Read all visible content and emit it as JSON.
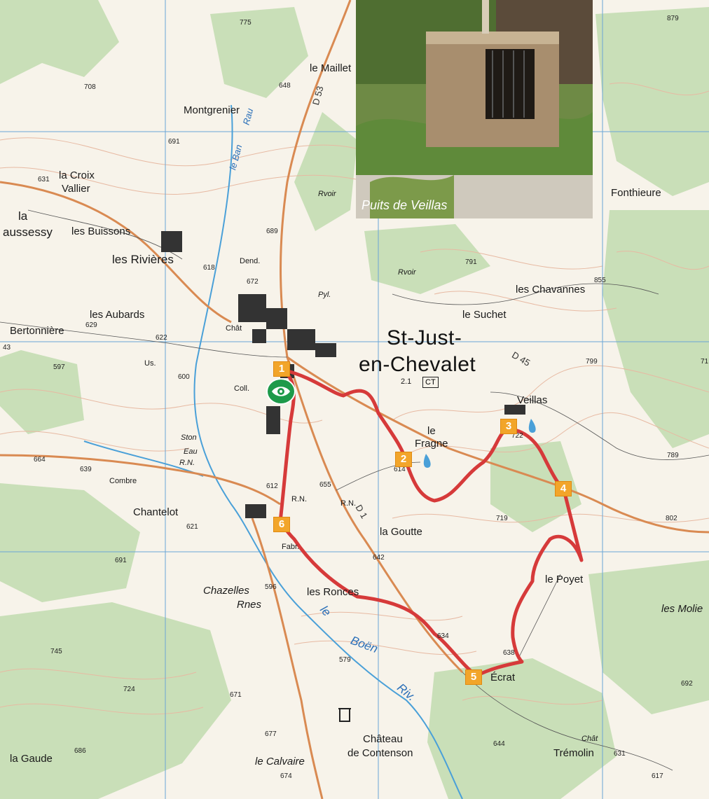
{
  "photo": {
    "caption": "Puits de Veillas"
  },
  "town": {
    "line1": "St-Just-",
    "line2": "en-Chevalet",
    "code": "2.1",
    "badge": "CT"
  },
  "places": {
    "le_maillet": "le Maillet",
    "montgrenier": "Montgrenier",
    "la_croix": "la Croix",
    "vallier": "Vallier",
    "la": "la",
    "aussessy": "aussessy",
    "les_buissons": "les Buissons",
    "les_rivieres": "les Rivières",
    "les_aubards": "les Aubards",
    "bertonniere": "Bertonnière",
    "fonthieure": "Fonthieure",
    "les_chavannes": "les Chavannes",
    "le_suchet": "le Suchet",
    "veillas": "Veillas",
    "le": "le",
    "fragne": "Fragne",
    "combre": "Combre",
    "chantelot": "Chantelot",
    "la_goutte": "la Goutte",
    "le_poyet": "le Poyet",
    "les_molie": "les Molie",
    "chazelles": "Chazelles",
    "rnes": "Rnes",
    "les_ronces": "les Ronces",
    "ecrat": "Écrat",
    "chateau": "Château",
    "de_contenson": "de Contenson",
    "le_calvaire": "le Calvaire",
    "la_gaude": "la Gaude",
    "chat_tremolin": "Chât",
    "tremolin": "Trémolin",
    "dend": "Dend.",
    "chat": "Chât",
    "coll": "Coll.",
    "us": "Us.",
    "fabr": "Fabr.",
    "rn": "R.N.",
    "rn2": "R.N.",
    "rvoir1": "Rvoir",
    "rvoir2": "Rvoir",
    "pyl": "Pyl.",
    "ston": "Ston",
    "eau": "Eau",
    "rn3": "R.N."
  },
  "water": {
    "boen": "Boën",
    "riv": "Riv.",
    "le": "le",
    "le_ban": "le Ban",
    "rau": "Rau"
  },
  "roads": {
    "d53": "D 53",
    "d45": "D 45",
    "d1": "D 1"
  },
  "altitudes": {
    "a775": "775",
    "a879": "879",
    "a708": "708",
    "a648": "648",
    "a691": "691",
    "a631": "631",
    "a689": "689",
    "a618": "618",
    "a672": "672",
    "a791": "791",
    "a855": "855",
    "a629": "629",
    "a622": "622",
    "a600": "600",
    "a597": "597",
    "a799": "799",
    "a71": "71",
    "a722": "722",
    "a614": "614",
    "a664": "664",
    "a639": "639",
    "a612": "612",
    "a655": "655",
    "a789": "789",
    "a621": "621",
    "a719": "719",
    "a802": "802",
    "a642": "642",
    "a691b": "691",
    "a596": "596",
    "a745": "745",
    "a634": "634",
    "a638": "638",
    "a579": "579",
    "a724": "724",
    "a671": "671",
    "a692": "692",
    "a677": "677",
    "a644": "644",
    "a686": "686",
    "a674": "674",
    "a631b": "631",
    "a617": "617",
    "a43": "43"
  },
  "waypoints": [
    "1",
    "2",
    "3",
    "4",
    "5",
    "6"
  ],
  "colors": {
    "route": "#d63a3a",
    "waypoint": "#f2a52a",
    "forest": "#c9dfb8",
    "grid": "#6aa6d6",
    "contour": "#e7b9a2",
    "viewpoint": "#1e9a4a"
  }
}
